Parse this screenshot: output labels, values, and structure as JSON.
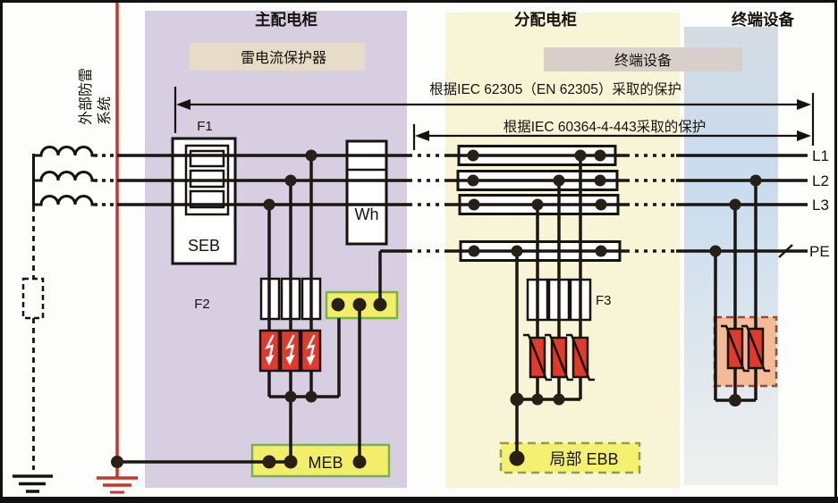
{
  "diagram": {
    "columns": {
      "main_panel": {
        "title": "主配电柜",
        "subtitle": "雷电流保护器"
      },
      "sub_panel": {
        "title": "分配电柜",
        "subtitle": "终端设备"
      },
      "terminal": {
        "title": "终端设备"
      }
    },
    "external_lps": {
      "line1": "外部防雷",
      "line2": "系统"
    },
    "protection_spans": {
      "iec62305": "根据IEC 62305（EN 62305）采取的保护",
      "iec60364": "根据IEC 60364-4-443采取的保护"
    },
    "labels": {
      "f1": "F1",
      "seb": "SEB",
      "wh": "Wh",
      "f2": "F2",
      "f3": "F3",
      "meb": "MEB",
      "local_ebb": "局部 EBB"
    },
    "conductors": {
      "l1": "L1",
      "l2": "L2",
      "l3": "L3",
      "pe": "PE"
    },
    "colors": {
      "down_conductor_red": "#c5372c",
      "spd_red": "#e13a2c",
      "bonding_bar_yellow": "#f2ee67",
      "bonding_bar_green_border": "#79b14a",
      "terminal_spd_salmon": "#f3bb97",
      "column_lavender": "#d7cee1",
      "column_yellow": "#f8f5d7",
      "column_blue": "#c9dcee"
    }
  }
}
